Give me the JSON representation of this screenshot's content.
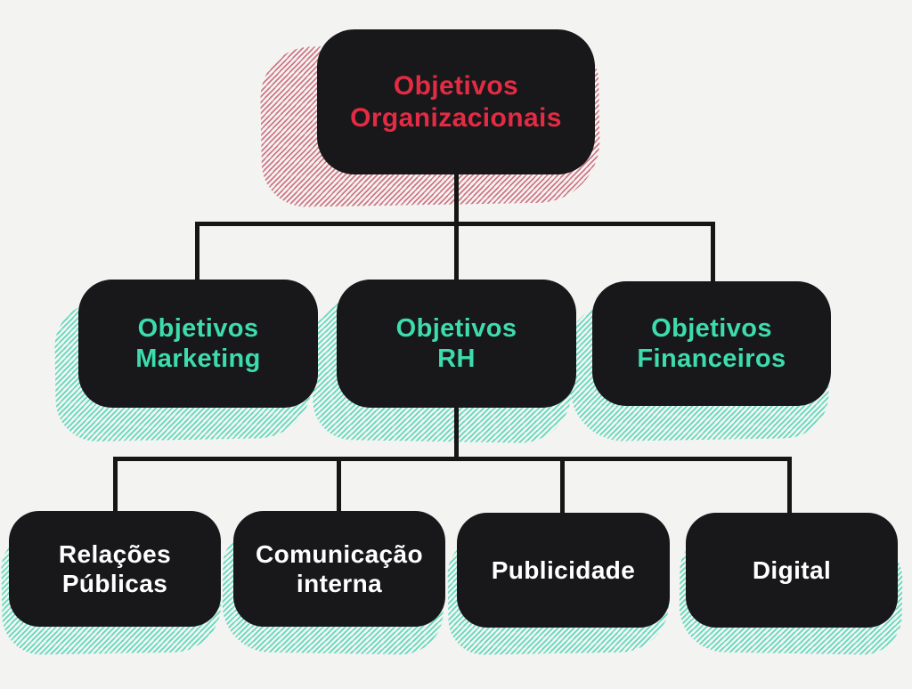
{
  "diagram": {
    "type": "org-chart",
    "root": "Objetivos Organizacionais",
    "edges": [
      {
        "from": "Objetivos Organizacionais",
        "to": "Objetivos Marketing"
      },
      {
        "from": "Objetivos Organizacionais",
        "to": "Objetivos RH"
      },
      {
        "from": "Objetivos Organizacionais",
        "to": "Objetivos Financeiros"
      },
      {
        "from": "Objetivos RH",
        "to": "Relações Públicas"
      },
      {
        "from": "Objetivos RH",
        "to": "Comunicação interna"
      },
      {
        "from": "Objetivos RH",
        "to": "Publicidade"
      },
      {
        "from": "Objetivos RH",
        "to": "Digital"
      }
    ]
  },
  "nodes": {
    "root": {
      "lines": [
        "Objetivos",
        "Organizacionais"
      ]
    },
    "marketing": {
      "lines": [
        "Objetivos",
        "Marketing"
      ]
    },
    "rh": {
      "lines": [
        "Objetivos",
        "RH"
      ]
    },
    "financeiros": {
      "lines": [
        "Objetivos",
        "Financeiros"
      ]
    },
    "relacoes": {
      "lines": [
        "Relações",
        "Públicas"
      ]
    },
    "comunicacao": {
      "lines": [
        "Comunicação",
        "interna"
      ]
    },
    "publicidade": {
      "lines": [
        "Publicidade"
      ]
    },
    "digital": {
      "lines": [
        "Digital"
      ]
    }
  },
  "colors": {
    "background": "#f3f3f1",
    "box": "#18181a",
    "red": "#e42b44",
    "teal": "#3ddcae",
    "white": "#ffffff",
    "line": "#161616",
    "hatch_red": "#c8566a",
    "hatch_teal": "#45d6b2"
  }
}
